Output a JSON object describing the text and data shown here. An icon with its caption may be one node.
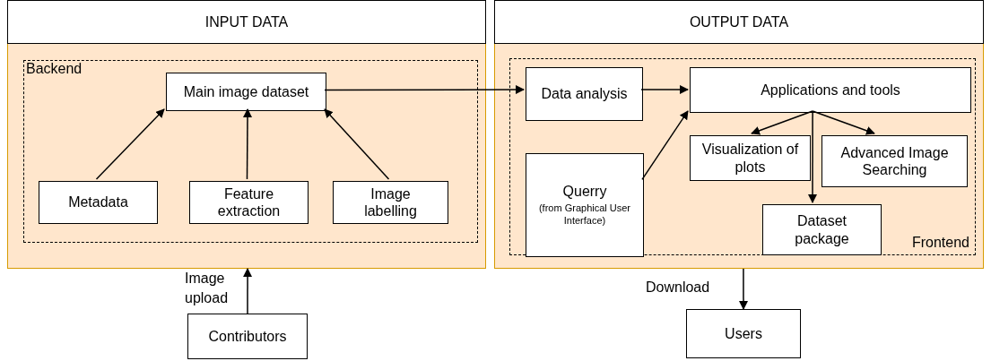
{
  "diagram": {
    "nodes": [
      {
        "text": [
          "INPUT DATA"
        ]
      },
      {
        "text": [
          "Backend"
        ],
        "in": 0
      },
      {
        "text": [
          "Main image dataset"
        ],
        "in": 1
      },
      {
        "text": [
          "Metadata"
        ],
        "in": 1
      },
      {
        "text": [
          "Feature extraction"
        ],
        "in": 1
      },
      {
        "text": [
          "Image labelling"
        ],
        "in": 1
      },
      {
        "text": [
          "OUTPUT DATA"
        ]
      },
      {
        "text": [
          "Frontend"
        ],
        "in": 6
      },
      {
        "text": [
          "Data analysis"
        ],
        "in": 7
      },
      {
        "text": [
          "Applications and tools"
        ],
        "in": 7
      },
      {
        "text": [
          "Querry",
          "(from Graphical User Interface)"
        ],
        "in": 7
      },
      {
        "text": [
          "Visualization of plots"
        ],
        "in": 7
      },
      {
        "text": [
          "Advanced Image Searching"
        ],
        "in": 7
      },
      {
        "text": [
          "Dataset package"
        ],
        "in": 7
      },
      {
        "text": [
          "Contributors"
        ]
      },
      {
        "text": [
          "Users"
        ]
      }
    ],
    "edges": [
      {
        "from": 3,
        "to": 2,
        "arrow": "to"
      },
      {
        "from": 4,
        "to": 2,
        "arrow": "to"
      },
      {
        "from": 5,
        "to": 2,
        "arrow": "to"
      },
      {
        "from": 2,
        "to": 8,
        "arrow": "to"
      },
      {
        "from": 8,
        "to": 9,
        "arrow": "to"
      },
      {
        "from": 10,
        "to": 9,
        "arrow": "to"
      },
      {
        "from": 9,
        "to": 11,
        "arrow": "to"
      },
      {
        "from": 9,
        "to": 12,
        "arrow": "to"
      },
      {
        "from": 9,
        "to": 13,
        "arrow": "to"
      },
      {
        "from": 14,
        "to": 0,
        "arrow": "to",
        "label": "Image upload"
      },
      {
        "from": 6,
        "to": 15,
        "arrow": "to",
        "label": "Download"
      }
    ]
  }
}
